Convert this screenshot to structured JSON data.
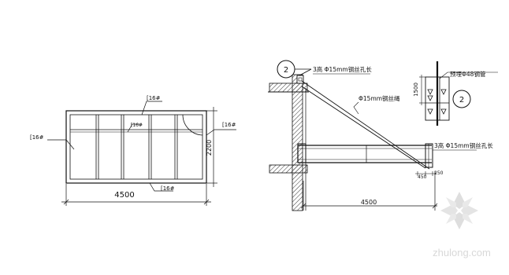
{
  "plan": {
    "label_top": "[16#",
    "label_left": "[16#",
    "label_inner": "[16#",
    "label_right": "[16#",
    "label_bottom": "[16#",
    "dim_width": "4500",
    "dim_height": "2200"
  },
  "elevation": {
    "callout_main": "2",
    "label_top_holes": "3高 Φ15mm钢丝孔长",
    "label_wire_rope": "Φ15mm钢丝绳",
    "label_bottom_holes": "3高 Φ15mm钢丝孔长",
    "dim_right_a": "450",
    "dim_right_b": "250",
    "dim_span": "4500"
  },
  "detail": {
    "callout": "2",
    "label_embed": "预埋Φ48钢管",
    "dim_vertical": "1500"
  },
  "watermark": {
    "text": "zhulong.com"
  }
}
